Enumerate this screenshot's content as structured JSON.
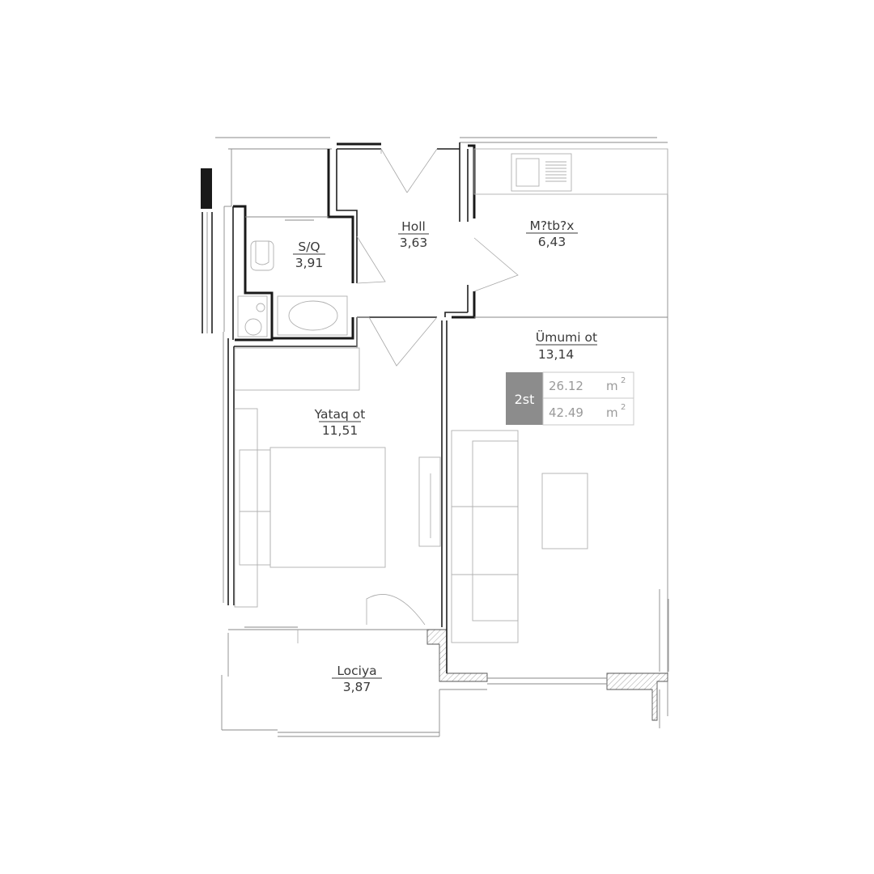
{
  "rooms": [
    {
      "id": "sq",
      "name": "S/Q",
      "area": "3,91"
    },
    {
      "id": "holl",
      "name": "Holl",
      "area": "3,63"
    },
    {
      "id": "metbex",
      "name": "M?tb?x",
      "area": "6,43"
    },
    {
      "id": "umumi",
      "name": "Ümumi ot",
      "area": "13,14"
    },
    {
      "id": "yataq",
      "name": "Yataq ot",
      "area": "11,51"
    },
    {
      "id": "lociya",
      "name": "Lociya",
      "area": "3,87"
    }
  ],
  "summary": {
    "rooms_label": "2st",
    "living_area": "26.12",
    "total_area": "42.49",
    "unit": "m",
    "unit_sup": "2"
  },
  "colors": {
    "wall": "#1f1f1f",
    "badge_fill": "#8c8c8c",
    "badge_border": "#c8c8c8",
    "furniture": "#b0b0b0"
  }
}
